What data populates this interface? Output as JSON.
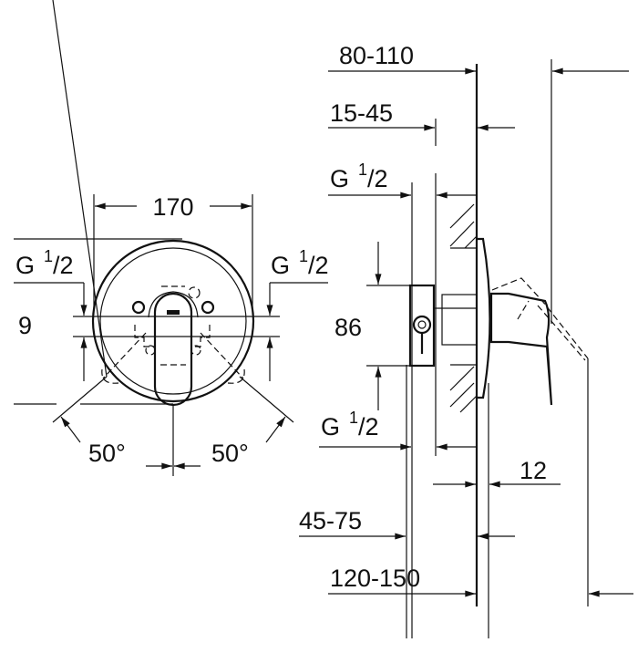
{
  "front_view": {
    "width_label": "170",
    "inlet_left_label": {
      "main": "G",
      "num": "1",
      "den": "/2"
    },
    "inlet_right_label": {
      "main": "G",
      "num": "1",
      "den": "/2"
    },
    "offset_label": "9",
    "angle_left_label": "50°",
    "angle_right_label": "50°"
  },
  "side_view": {
    "depth_total_label": "80-110",
    "install_depth_label": "15-45",
    "inlet_top_label": {
      "main": "G",
      "num": "1",
      "den": "/2"
    },
    "height_label": "86",
    "inlet_bottom_label": {
      "main": "G",
      "num": "1",
      "den": "/2"
    },
    "plate_label": "12",
    "range_mid_label": "45-75",
    "range_max_label": "120-150"
  }
}
